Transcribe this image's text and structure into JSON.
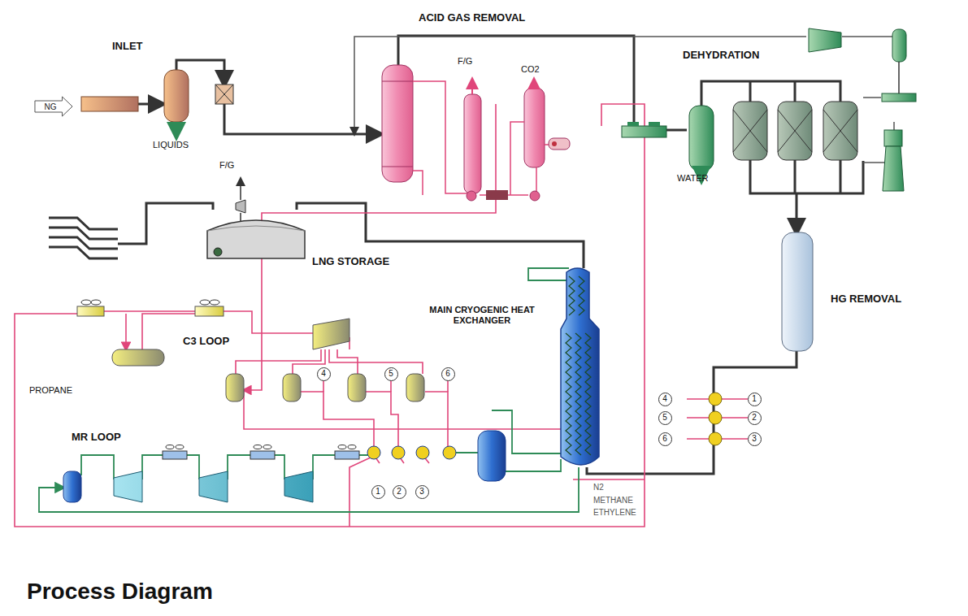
{
  "diagram": {
    "caption": "Process Diagram",
    "nodes": [
      {
        "text": [
          "NG"
        ]
      },
      {
        "text": [
          "4"
        ]
      },
      {
        "text": [
          "5"
        ]
      },
      {
        "text": [
          "6"
        ]
      },
      {
        "text": [
          "1"
        ]
      },
      {
        "text": [
          "2"
        ]
      },
      {
        "text": [
          "3"
        ]
      },
      {
        "text": [
          "4"
        ]
      },
      {
        "text": [
          "5"
        ]
      },
      {
        "text": [
          "6"
        ]
      },
      {
        "text": [
          "1"
        ]
      },
      {
        "text": [
          "2"
        ]
      },
      {
        "text": [
          "3"
        ]
      }
    ],
    "labels": [
      "ACID GAS REMOVAL",
      "INLET",
      "F/G",
      "CO2",
      "DEHYDRATION",
      "LIQUIDS",
      "F/G",
      "WATER",
      "LNG STORAGE",
      "HG REMOVAL",
      "MAIN CRYOGENIC HEAT EXCHANGER",
      "C3 LOOP",
      "PROPANE",
      "MR LOOP",
      "N2",
      "METHANE",
      "ETHYLENE"
    ]
  }
}
